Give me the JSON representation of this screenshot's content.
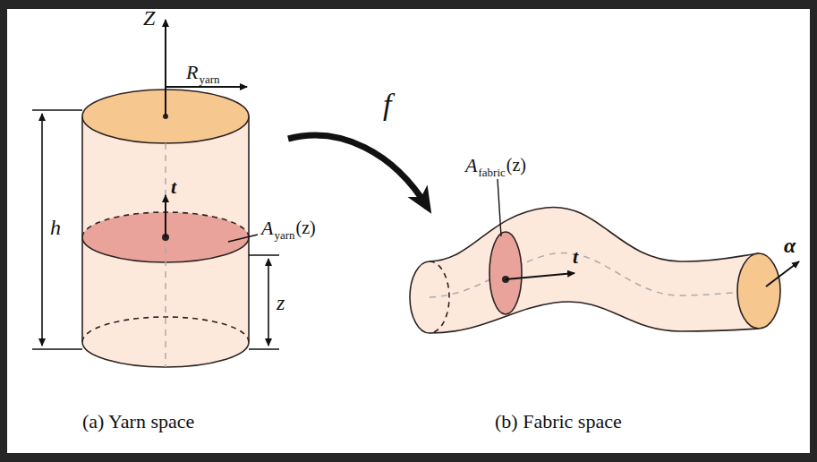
{
  "diagram": {
    "labels": [
      "Z",
      "R",
      "yarn",
      "t",
      "h",
      "A",
      "yarn",
      "(z)",
      "z",
      "f",
      "A",
      "fabric",
      "(z)",
      "t",
      "α",
      "(a) Yarn space",
      "(b) Fabric space"
    ]
  }
}
